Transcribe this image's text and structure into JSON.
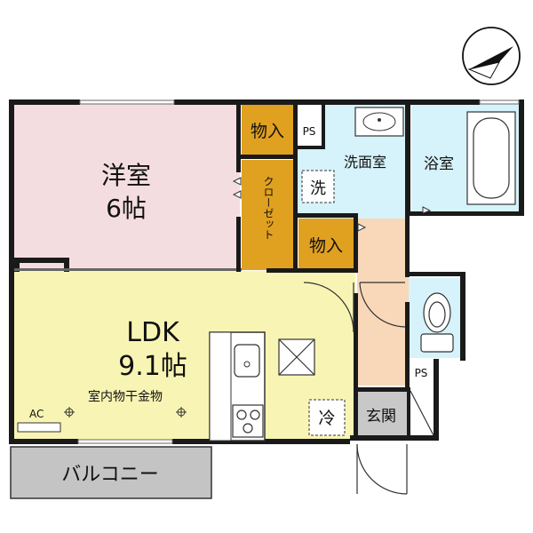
{
  "rooms": {
    "western_room": {
      "name": "洋室",
      "size": "6帖"
    },
    "ldk": {
      "name": "LDK",
      "size": "9.1帖"
    },
    "closet_1": "物入",
    "closet_2": "物入",
    "walk_closet": "クローゼット",
    "washroom": "洗面室",
    "bathroom": "浴室",
    "entrance": "玄関",
    "balcony": "バルコニー"
  },
  "fixtures": {
    "laundry_mark": "洗",
    "fridge_mark": "冷",
    "pipe_space_1": "PS",
    "pipe_space_2": "PS",
    "air_conditioner": "AC",
    "drying_rack": "室内物干金物"
  },
  "colors": {
    "western_room": "#f4dde0",
    "ldk": "#f8f5b4",
    "storage": "#e0a020",
    "water_rooms": "#d6f2fa",
    "hallway": "#f8d8b8",
    "entrance": "#c8c8c8",
    "balcony": "#c4c4c4",
    "wall": "#1a1a1a"
  },
  "icons": [
    "compass-north-icon",
    "sink-icon",
    "bathtub-icon",
    "toilet-icon",
    "kitchen-sink-icon",
    "stove-icon",
    "ventilation-fan-icon"
  ]
}
